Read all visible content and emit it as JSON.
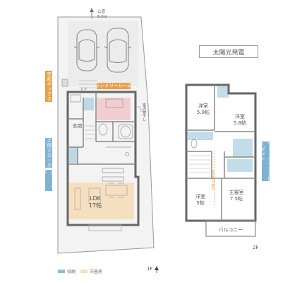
{
  "road": {
    "label": "公道",
    "width": "6.0m"
  },
  "first_floor": {
    "floor_label": "1F",
    "rooms": {
      "laundry": "ランドリールーム",
      "entrance": "玄関",
      "ldk_name": "LDK",
      "ldk_size": "17帖"
    },
    "tags": {
      "outdoor_box": "宅配ボックス",
      "shoe_closet": "土間クローク",
      "pantry": "パントリー"
    },
    "door_label": "ドア",
    "side_label": "室内物干し"
  },
  "second_floor": {
    "floor_label": "2F",
    "rooms": {
      "room_a_name": "洋室",
      "room_a_size": "5.9帖",
      "room_b_name": "洋室",
      "room_b_size": "5.8帖",
      "room_c_name": "洋室",
      "room_c_size": "5帖",
      "master_name": "主寝室",
      "master_size": "7.5帖",
      "balcony": "バルコニー"
    },
    "tags": {
      "walk_in_closet": "ウォークインクローゼット"
    },
    "hall_label": "吹き抜け部分"
  },
  "solar_label": "太陽光発電",
  "legend": {
    "storage": "収納",
    "japanese_room": "洋畳房"
  },
  "colors": {
    "storage_blue": "#8fbfd8",
    "ldk_beige": "#f5dfbf",
    "laundry_pink": "#f2cdd0",
    "tag_orange": "#e8a04a",
    "tag_blue": "#7fb2d2"
  }
}
